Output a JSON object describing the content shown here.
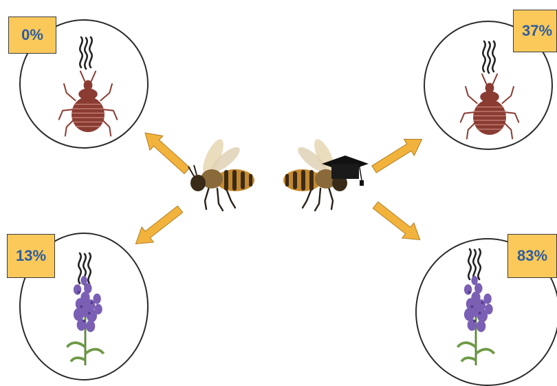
{
  "colors": {
    "badge_fill": "#fac95a",
    "badge_text": "#2e5d9e",
    "arrow": "#f2b33d",
    "bedbug": "#8a3c33",
    "lavender": "#7a5fb5"
  },
  "panels": [
    {
      "id": "top-left",
      "stimulus": "bedbug-icon",
      "percent": "0%"
    },
    {
      "id": "top-right",
      "stimulus": "bedbug-icon",
      "percent": "37%"
    },
    {
      "id": "bottom-left",
      "stimulus": "lavender-icon",
      "percent": "13%"
    },
    {
      "id": "bottom-right",
      "stimulus": "lavender-icon",
      "percent": "83%"
    }
  ],
  "bees": [
    {
      "id": "naive-bee",
      "icon": "bee-icon"
    },
    {
      "id": "trained-bee",
      "icon": "bee-with-graduation-cap-icon"
    }
  ]
}
